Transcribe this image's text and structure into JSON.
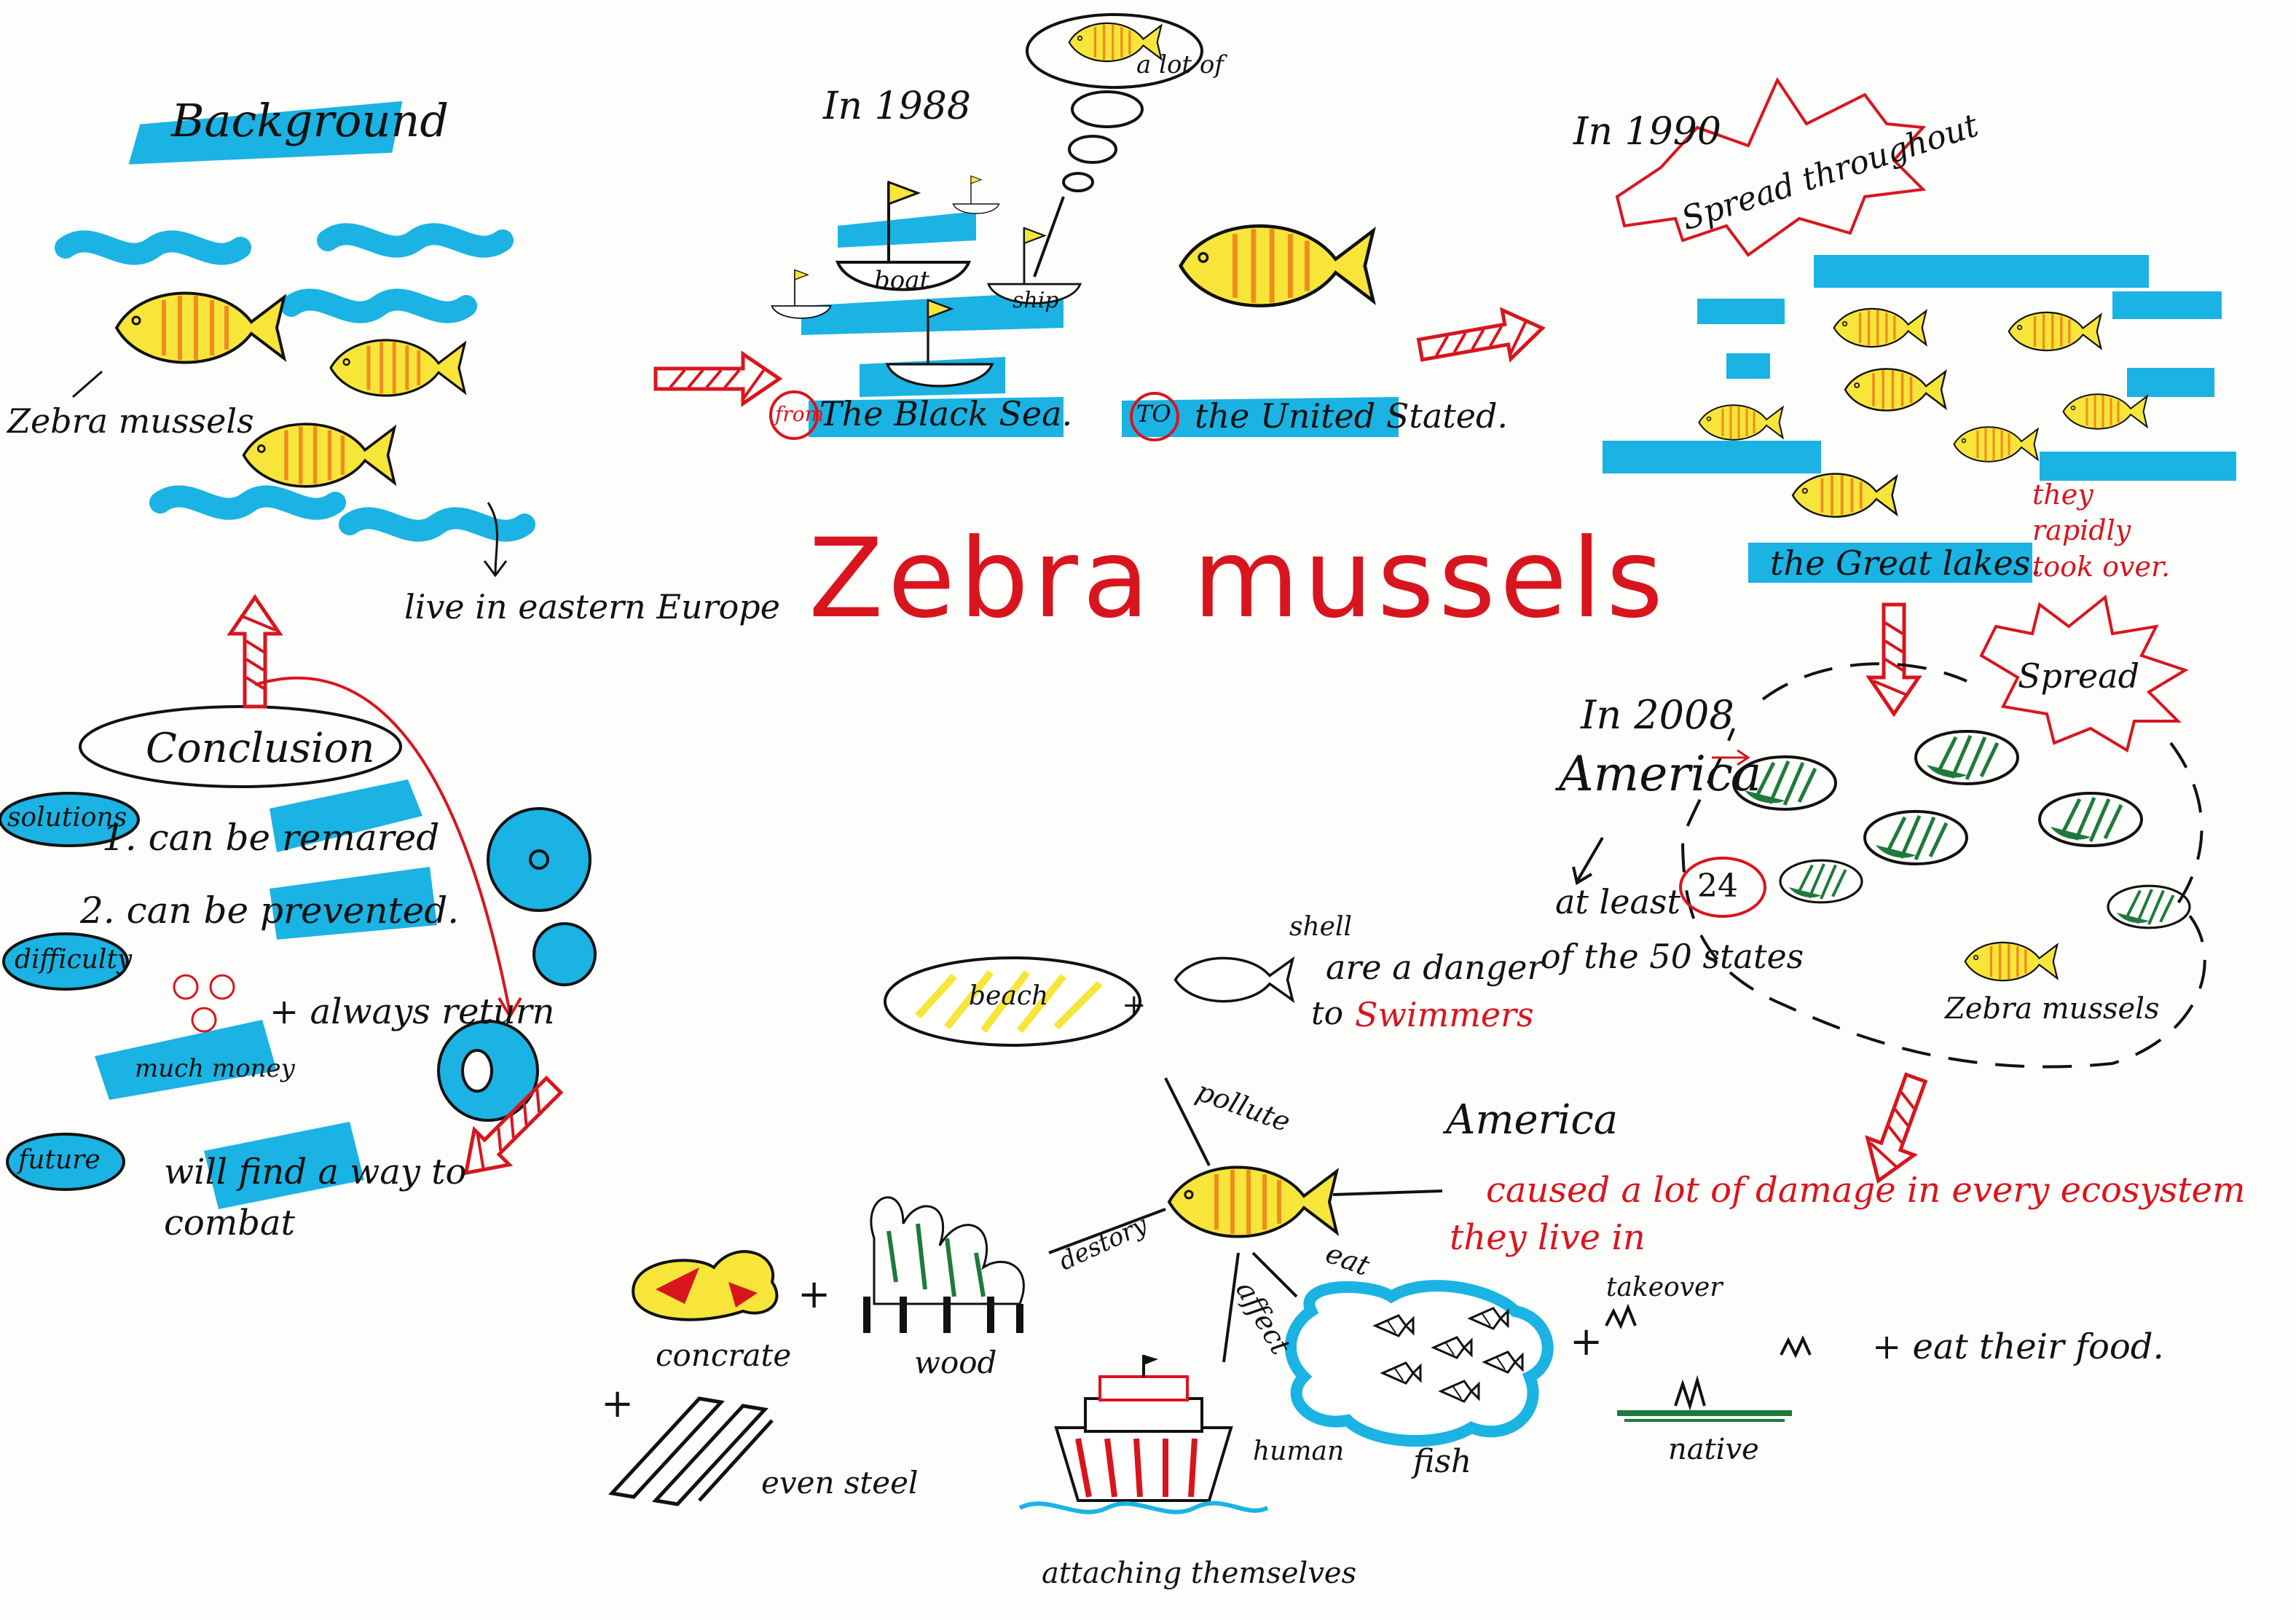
{
  "title": "Zebra mussels",
  "colors": {
    "highlight": "#1ab3e3",
    "accent": "#d8151e",
    "fish_body": "#f7e53a",
    "fish_stripe": "#f08c1e",
    "algae": "#1e7a3c"
  },
  "background": {
    "heading": "Background",
    "fish_label": "Zebra mussels",
    "habitat": "live in eastern Europe"
  },
  "year_1988": {
    "label": "In 1988",
    "thought": "a lot of",
    "boat": "boat",
    "ship": "ship",
    "from_word": "from",
    "from_place": "The Black Sea.",
    "to_word": "TO",
    "to_place": "the United Stated."
  },
  "year_1990": {
    "label": "In 1990",
    "burst": "Spread throughout",
    "place": "the Great lakes.",
    "note": "they rapidly took over."
  },
  "year_2008": {
    "label": "In 2008",
    "country": "America",
    "at_least": "at least",
    "count": "24",
    "states": "of the 50 states",
    "burst": "Spread",
    "fish_label": "Zebra mussels"
  },
  "beach": {
    "beach": "beach",
    "shell": "shell",
    "danger": "are a danger",
    "to": "to",
    "swimmers": "Swimmers"
  },
  "damage": {
    "country": "America",
    "caused": "caused a lot of damage in every ecosystem",
    "they_live": "they live in",
    "pollute": "pollute",
    "destory": "destory",
    "eat": "eat",
    "affect": "affect",
    "concrate": "concrate",
    "wood": "wood",
    "even_steel": "even steel",
    "human": "human",
    "attaching": "attaching themselves",
    "fish": "fish",
    "takeover": "takeover",
    "native": "native",
    "eat_food": "+ eat their food."
  },
  "conclusion": {
    "heading": "Conclusion",
    "solutions": "solutions",
    "s1": "1. can be remared",
    "s2": "2. can be prevented.",
    "difficulty": "difficulty",
    "money": "much money",
    "always": "+ always return",
    "future": "future",
    "will": "will find a way to",
    "combat": "combat"
  }
}
